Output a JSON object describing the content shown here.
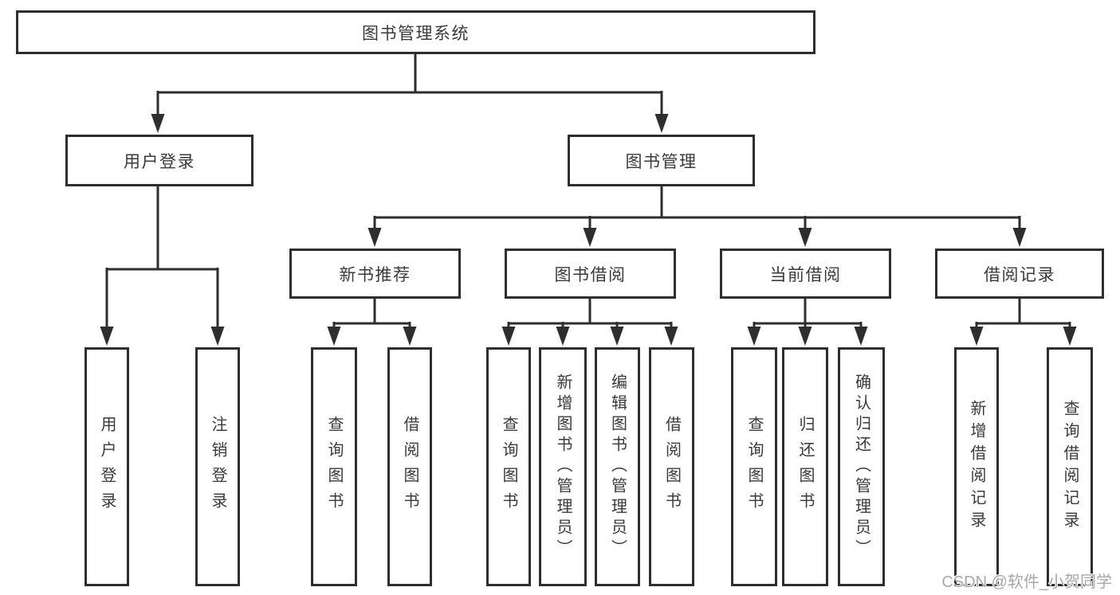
{
  "diagram": {
    "root": {
      "label": "图书管理系统"
    },
    "level2": [
      {
        "label": "用户登录"
      },
      {
        "label": "图书管理"
      }
    ],
    "level3": [
      {
        "label": "新书推荐"
      },
      {
        "label": "图书借阅"
      },
      {
        "label": "当前借阅"
      },
      {
        "label": "借阅记录"
      }
    ],
    "leaves": [
      {
        "label": "用户登录"
      },
      {
        "label": "注销登录"
      },
      {
        "label": "查询图书"
      },
      {
        "label": "借阅图书"
      },
      {
        "label": "查询图书"
      },
      {
        "label": "新增图书（管理员）"
      },
      {
        "label": "编辑图书（管理员）"
      },
      {
        "label": "借阅图书"
      },
      {
        "label": "查询图书"
      },
      {
        "label": "归还图书"
      },
      {
        "label": "确认归还（管理员）"
      },
      {
        "label": "新增借阅记录"
      },
      {
        "label": "查询借阅记录"
      }
    ]
  },
  "watermark": {
    "text": "CSDN @软件_小贺同学"
  },
  "colors": {
    "line": "#2e2e2e",
    "text": "#3a3a3a",
    "background": "#ffffff",
    "watermark": "#a8a8a8"
  }
}
